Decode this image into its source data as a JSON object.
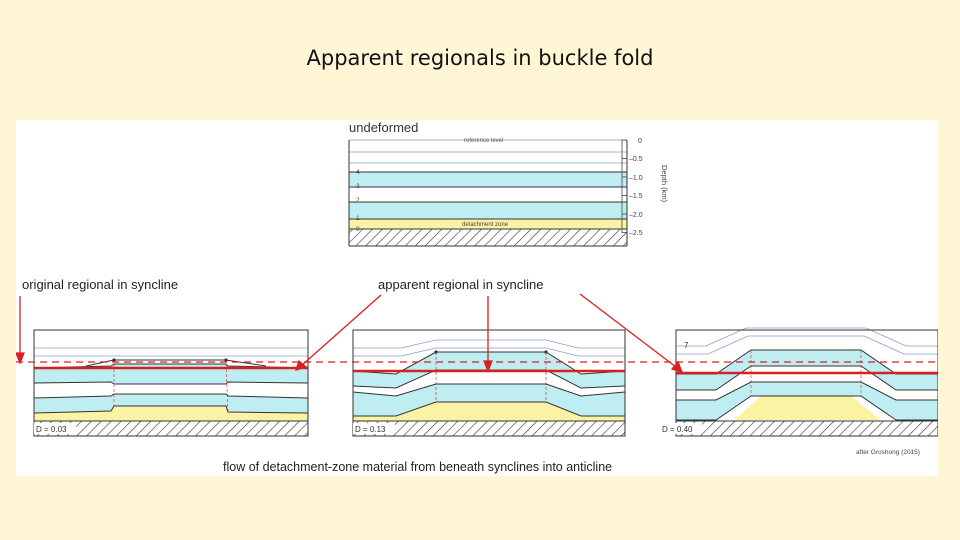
{
  "slide": {
    "title": "Apparent regionals in buckle fold"
  },
  "figure": {
    "top_panel": {
      "title": "undeformed",
      "reference_label": "reference level",
      "detachment_label": "detachment zone",
      "layer_numbers": [
        "4",
        "3",
        "2",
        "1",
        "0"
      ],
      "depth_ticks": [
        "0",
        "–0.5",
        "–1.0",
        "–1.5",
        "–2.0",
        "–2.5"
      ],
      "depth_axis_label": "Depth (km)"
    },
    "label_original": "original regional in syncline",
    "label_apparent": "apparent regional in syncline",
    "panels": [
      {
        "d_label": "D = 0.03"
      },
      {
        "d_label": "D = 0.13"
      },
      {
        "d_label": "D = 0.40"
      }
    ],
    "right_marker": "7",
    "bottom_caption": "flow of detachment-zone material from beneath synclines into anticline",
    "credit": "after Groshong (2015)"
  },
  "colors": {
    "background": "#fef6d4",
    "cyan_layer": "#bfeef2",
    "yellow_layer": "#fbf3a3",
    "regional_line": "#d8201e",
    "line": "#5a6aa6"
  }
}
